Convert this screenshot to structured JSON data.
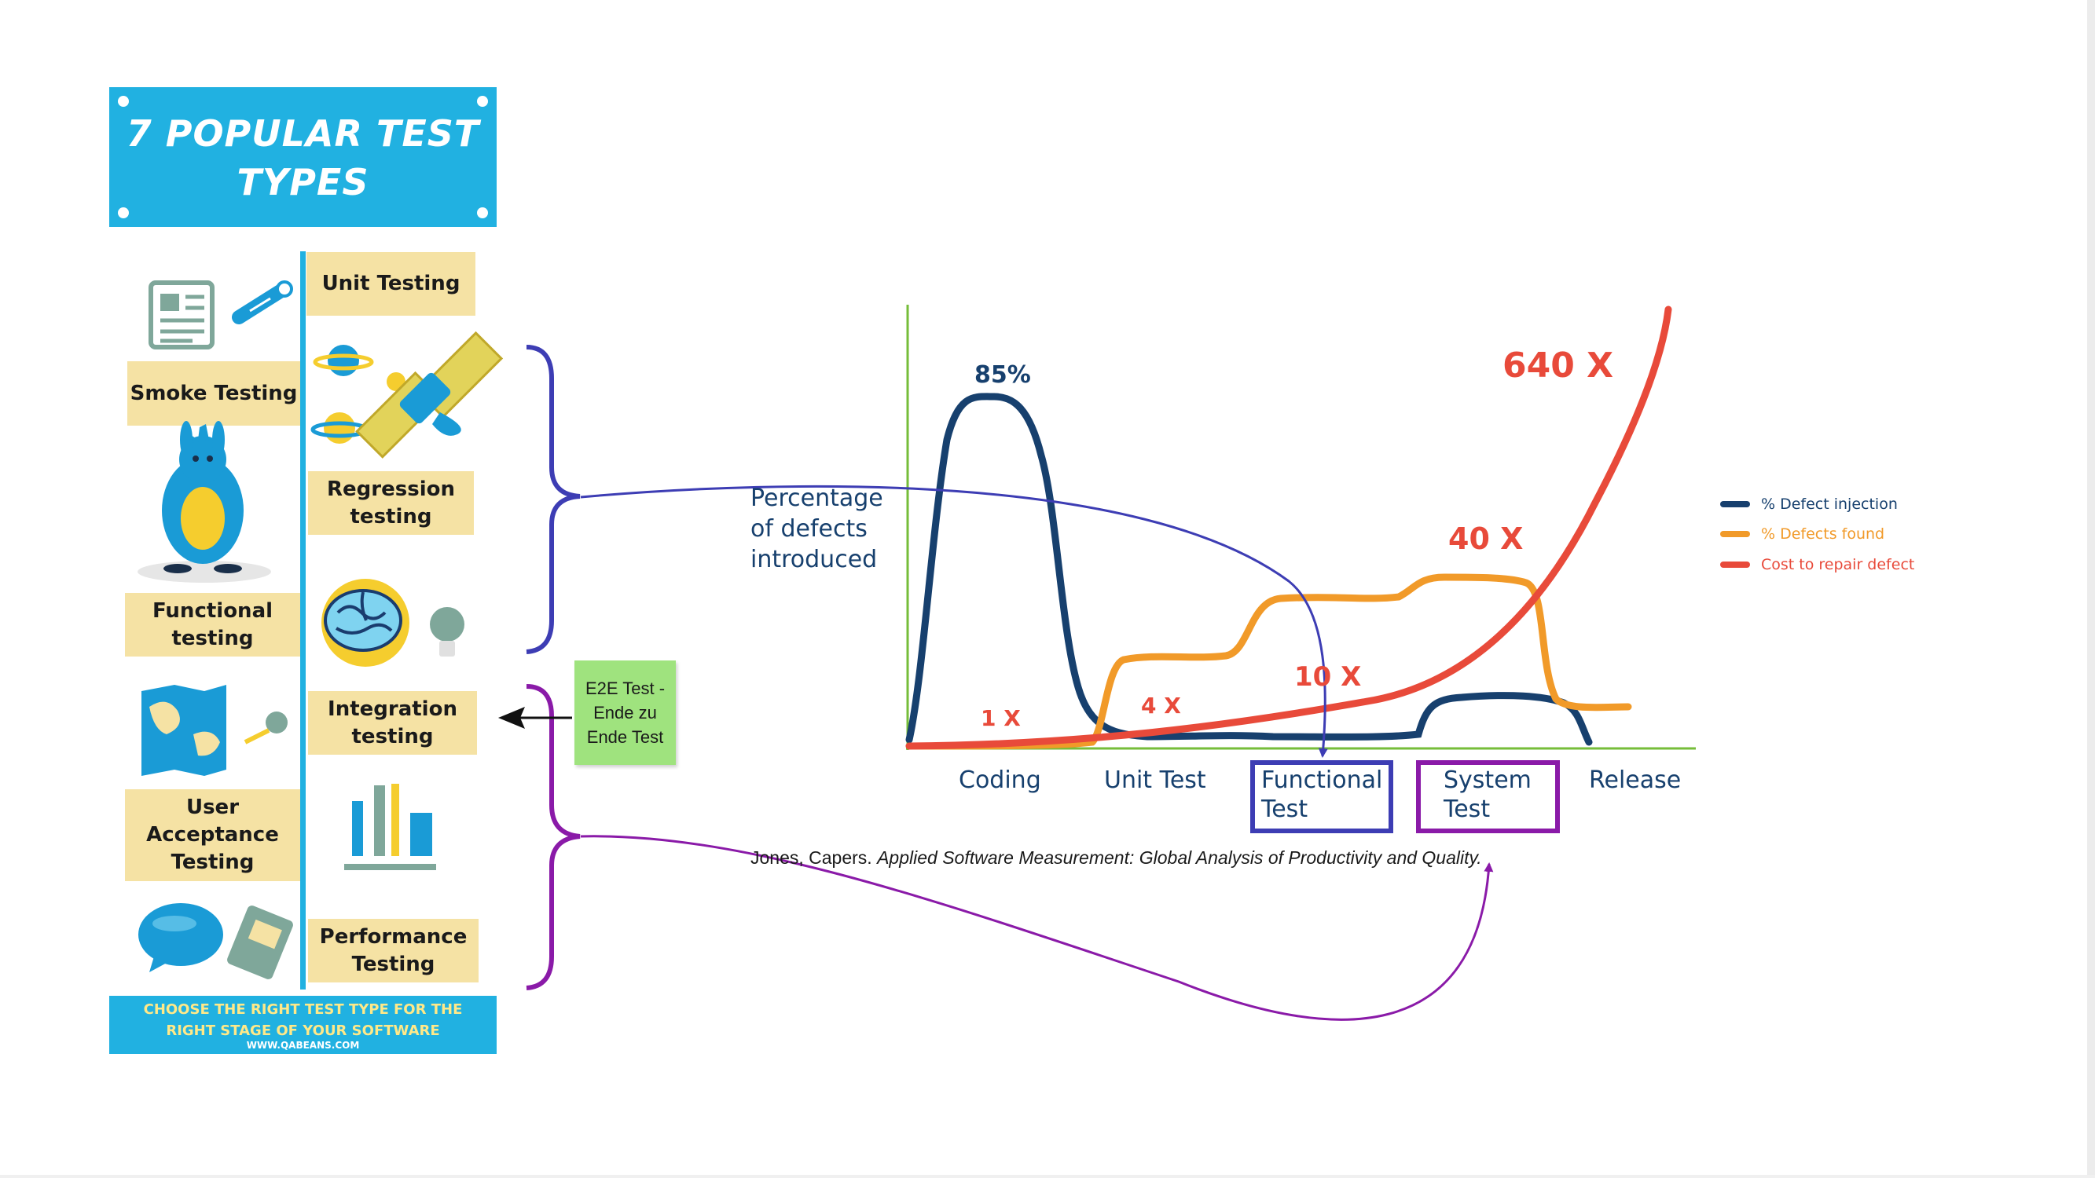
{
  "infographic": {
    "title": "7 POPULAR\nTEST TYPES",
    "right_items": [
      "Unit Testing",
      "Regression\ntesting",
      "Integration\ntesting",
      "Performance\nTesting"
    ],
    "left_items": [
      "Smoke Testing",
      "Functional\ntesting",
      "User\nAcceptance\nTesting"
    ],
    "footer": "CHOOSE THE RIGHT TEST TYPE FOR THE\nRIGHT STAGE OF YOUR SOFTWARE",
    "url": "WWW.QABEANS.COM",
    "colors": {
      "banner": "#21b1e1",
      "label_box": "#f5e2a4",
      "footer_text": "#ffe988"
    },
    "icons": [
      "newspaper-icon",
      "pencil-icon",
      "planet-icon",
      "satellite-icon",
      "kangaroo-icon",
      "brain-icon",
      "lightbulb-icon",
      "map-icon",
      "pushpin-icon",
      "bar-chart-icon",
      "speech-bubble-icon",
      "book-icon"
    ]
  },
  "annotations": {
    "note": "E2E Test -\nEnde zu\nEnde Test",
    "colors": {
      "blue_bracket": "#3d3db4",
      "purple_bracket": "#8a1aa8",
      "note_bg": "#9fe37e"
    }
  },
  "chart": {
    "ylabel": "Percentage\nof defects\nintroduced",
    "stages": [
      "Coding",
      "Unit Test",
      "Functional\nTest",
      "System\nTest",
      "Release"
    ],
    "highlighted_stages": [
      "Functional\nTest",
      "System\nTest"
    ],
    "peak_label": "85%",
    "cost_labels": [
      "1 X",
      "4 X",
      "10 X",
      "40 X",
      "640 X"
    ],
    "legend": [
      {
        "label": "% Defect injection",
        "color": "#17406e"
      },
      {
        "label": "% Defects found",
        "color": "#f19a29"
      },
      {
        "label": "Cost to repair defect",
        "color": "#e84a3a"
      }
    ],
    "axis_color": "#76bd3a",
    "citation_author": "Jones, Capers.",
    "citation_title": "Applied Software Measurement: Global Analysis of Productivity and Quality."
  }
}
